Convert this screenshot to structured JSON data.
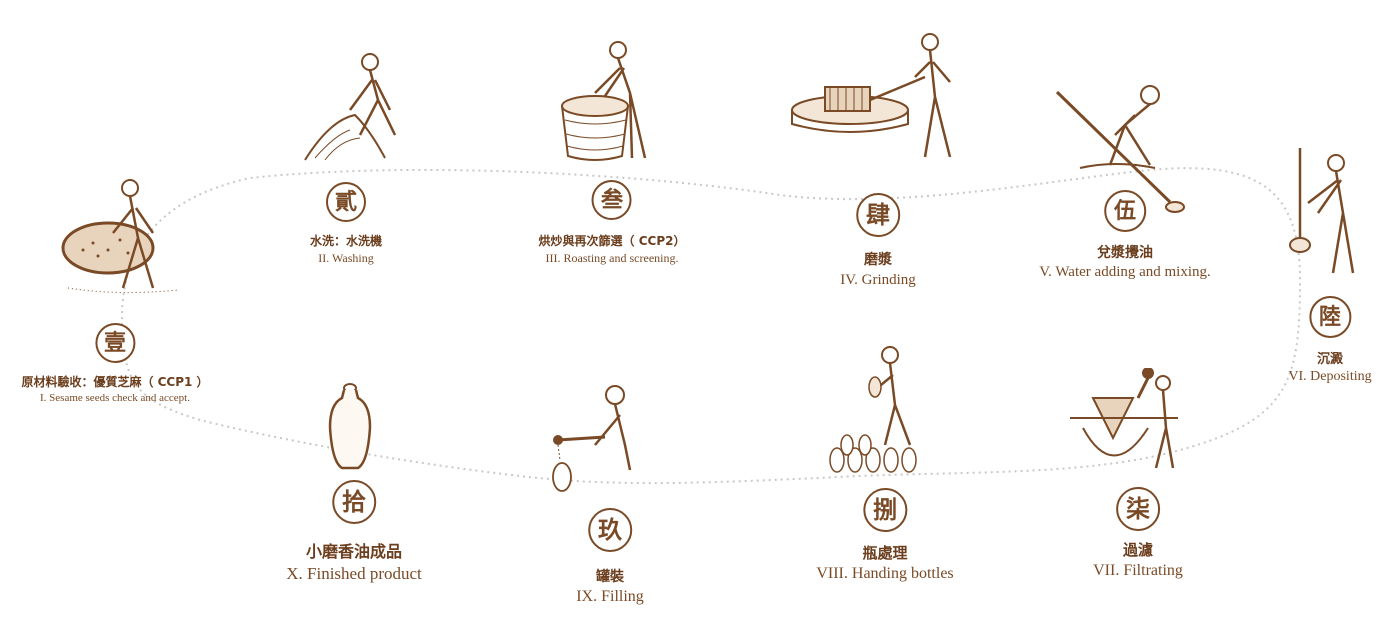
{
  "steps": [
    {
      "num": "壹",
      "zh": "原材料驗收：優質芝麻（ CCP1 ）",
      "en": "I.  Sesame seeds check and accept."
    },
    {
      "num": "貳",
      "zh": "水洗：水洗機",
      "en": "II. Washing"
    },
    {
      "num": "叁",
      "zh": "烘炒與再次篩選（ CCP2）",
      "en": "III. Roasting and screening."
    },
    {
      "num": "肆",
      "zh": "磨漿",
      "en": "IV. Grinding"
    },
    {
      "num": "伍",
      "zh": "兌漿攪油",
      "en": "V.  Water adding and mixing."
    },
    {
      "num": "陸",
      "zh": "沉澱",
      "en": "VI. Depositing"
    },
    {
      "num": "柒",
      "zh": "過濾",
      "en": "VII. Filtrating"
    },
    {
      "num": "捌",
      "zh": "瓶處理",
      "en": "VIII. Handing bottles"
    },
    {
      "num": "玖",
      "zh": "罐裝",
      "en": "IX. Filling"
    },
    {
      "num": "拾",
      "zh": "小磨香油成品",
      "en": "X. Finished product"
    }
  ],
  "illustrations": [
    {
      "icon": "sieve-worker-icon"
    },
    {
      "icon": "washing-worker-icon"
    },
    {
      "icon": "roasting-worker-icon"
    },
    {
      "icon": "millstone-worker-icon"
    },
    {
      "icon": "stirring-worker-icon"
    },
    {
      "icon": "settling-worker-icon"
    },
    {
      "icon": "filter-worker-icon"
    },
    {
      "icon": "bottle-worker-icon"
    },
    {
      "icon": "pouring-worker-icon"
    },
    {
      "icon": "oil-jar-icon"
    }
  ],
  "colors": {
    "ink": "#7a4a26",
    "path": "#c8c8c8",
    "background": "#ffffff"
  }
}
